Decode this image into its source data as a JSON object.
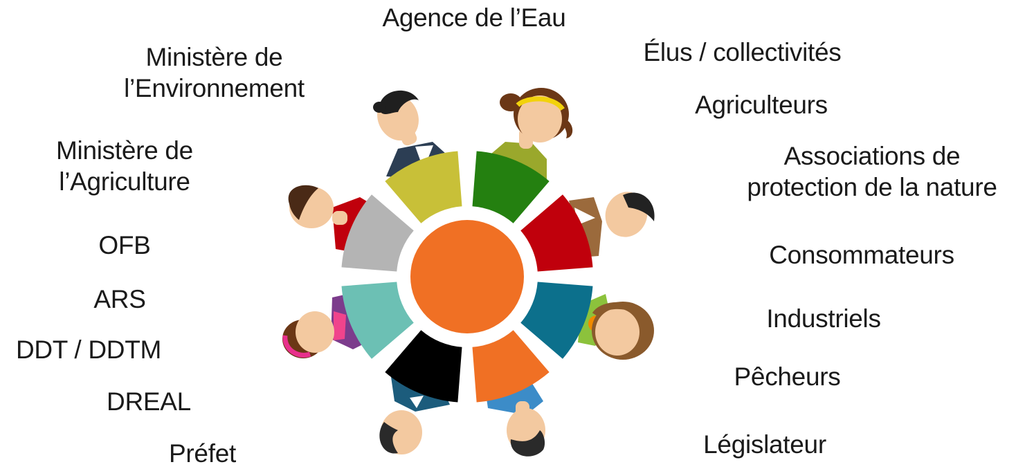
{
  "labels": {
    "agence": "Agence de l’Eau",
    "elus": "Élus / collectivités",
    "agriculteurs": "Agriculteurs",
    "associations": [
      "Associations de",
      "protection de la nature"
    ],
    "consommateurs": "Consommateurs",
    "industriels": "Industriels",
    "pecheurs": "Pêcheurs",
    "legislateur": "Législateur",
    "min_env": [
      "Ministère de",
      "l’Environnement"
    ],
    "min_agri": [
      "Ministère de",
      "l’Agriculture"
    ],
    "ofb": "OFB",
    "ars": "ARS",
    "ddt": "DDT / DDTM",
    "dreal": "DREAL",
    "prefet": "Préfet"
  },
  "wheel": {
    "center_color": "#f07024",
    "segments": [
      {
        "name": "top-right",
        "color": "#248010"
      },
      {
        "name": "right-upper",
        "color": "#c0000c"
      },
      {
        "name": "right-lower",
        "color": "#0c708c"
      },
      {
        "name": "bottom-right",
        "color": "#f07024"
      },
      {
        "name": "bottom-left",
        "color": "#000000"
      },
      {
        "name": "left-lower",
        "color": "#6cc0b4"
      },
      {
        "name": "left-upper",
        "color": "#b4b4b4"
      },
      {
        "name": "top-left",
        "color": "#c8c038"
      }
    ]
  }
}
